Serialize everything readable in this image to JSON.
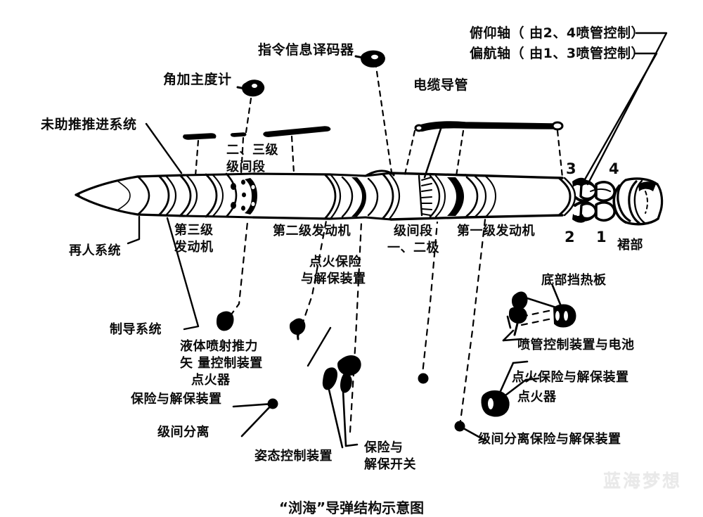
{
  "figure": {
    "title_caption": "“浏海”导弹结构示意图",
    "watermark": "蓝海梦想",
    "background_color": "#ffffff",
    "ink_color": "#000000"
  },
  "labels": {
    "pitch_axis": "俯仰轴（ 由2、4喷管控制）",
    "yaw_axis": "偏航轴（ 由1、3喷管控制）",
    "command_decoder": "指令信息译码器",
    "cable_conduit": "电缆导管",
    "angular_accelerometer": "角加主度计",
    "unboosted_propulsion": "未助推推进系统",
    "interstage_23_line1": "二、三级",
    "interstage_23_line2": "级间段",
    "stage3_engine_line1": "第三级",
    "stage3_engine_line2": "发动机",
    "stage2_engine": "第二级发动机",
    "interstage_12_line1": "级间段",
    "interstage_12_line2": "一、二极",
    "stage1_engine": "第一级发动机",
    "skirt": "裙部",
    "reentry_system": "再人系统",
    "guidance_system": "制导系统",
    "ljtvc_line1": "液体喷射推力",
    "ljtvc_line2": "矢 量控制装置",
    "igniter_left": "点火器",
    "safe_arm_device_left": "保险与解保装置",
    "stage_separation": "级间分离",
    "ignition_safe_arm_mid_line1": "点火保险",
    "ignition_safe_arm_mid_line2": "与解保装置",
    "attitude_control_device": "姿态控制装置",
    "safe_arm_switch_line1": "保险与",
    "safe_arm_switch_line2": "解保开关",
    "base_heat_shield": "底部挡热板",
    "nozzle_control_battery": "喷管控制装置与电池",
    "ignition_safe_arm_right": "点火保险与解保装置",
    "igniter_right": "点火器",
    "stage_sep_safe_arm": "级间分离保险与解保装置"
  },
  "nozzle_numbers": {
    "n1": "1",
    "n2": "2",
    "n3": "3",
    "n4": "4"
  }
}
